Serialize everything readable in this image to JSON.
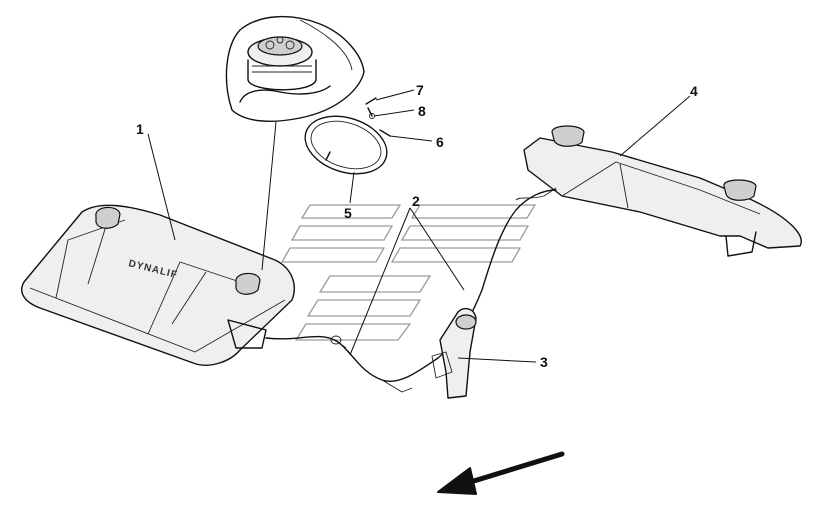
{
  "diagram": {
    "callouts": [
      {
        "id": "1",
        "label": "1"
      },
      {
        "id": "2",
        "label": "2"
      },
      {
        "id": "3",
        "label": "3"
      },
      {
        "id": "4",
        "label": "4"
      },
      {
        "id": "5",
        "label": "5"
      },
      {
        "id": "6",
        "label": "6"
      },
      {
        "id": "7",
        "label": "7"
      },
      {
        "id": "8",
        "label": "8"
      }
    ],
    "tank_brand": "DYNALIF",
    "icons": {
      "direction_arrow": "arrow-left-down-icon",
      "watermark": "watermark-logo-icon"
    },
    "colors": {
      "line": "#111111",
      "fill": "#efefef",
      "watermark": "#9a9a9a"
    }
  }
}
